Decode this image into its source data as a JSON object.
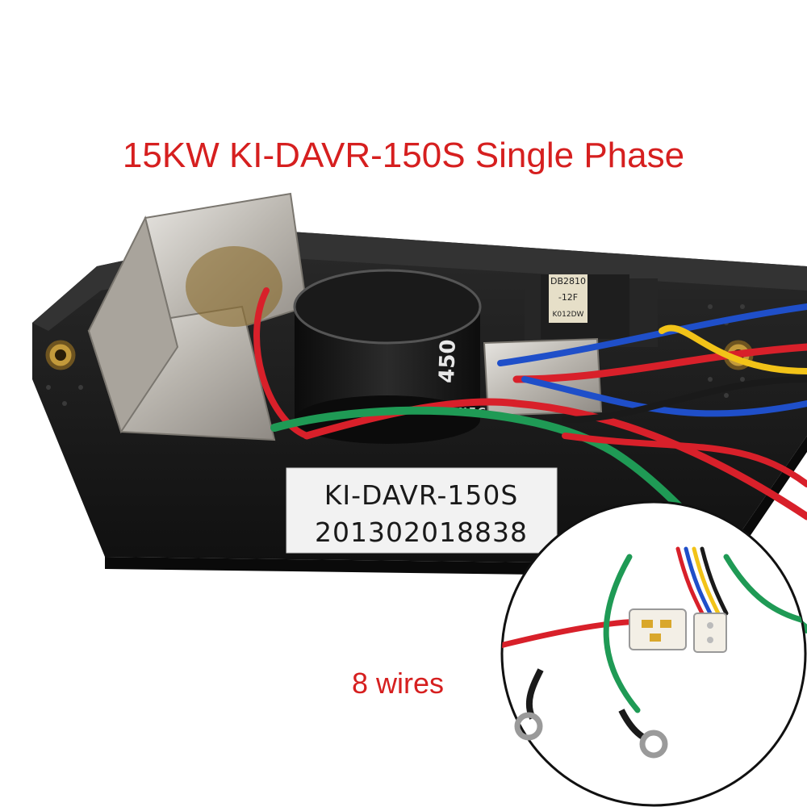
{
  "headline": "15KW KI-DAVR-150S Single Phase",
  "product_label": {
    "model": "KI-DAVR-150S",
    "serial": "201302018838"
  },
  "wires_caption": "8 wires",
  "capacitor": {
    "rating": "450",
    "side_text": "NEGAT"
  },
  "transformer": {
    "line1": "DB2810",
    "line2": "-12F",
    "line3": "K012DW"
  },
  "colors": {
    "accent_text": "#d61f1f",
    "housing": "#1c1c1c",
    "wire_red": "#d8202a",
    "wire_green": "#1f9a55",
    "wire_blue": "#1f4fc9",
    "wire_yellow": "#f2c318"
  }
}
